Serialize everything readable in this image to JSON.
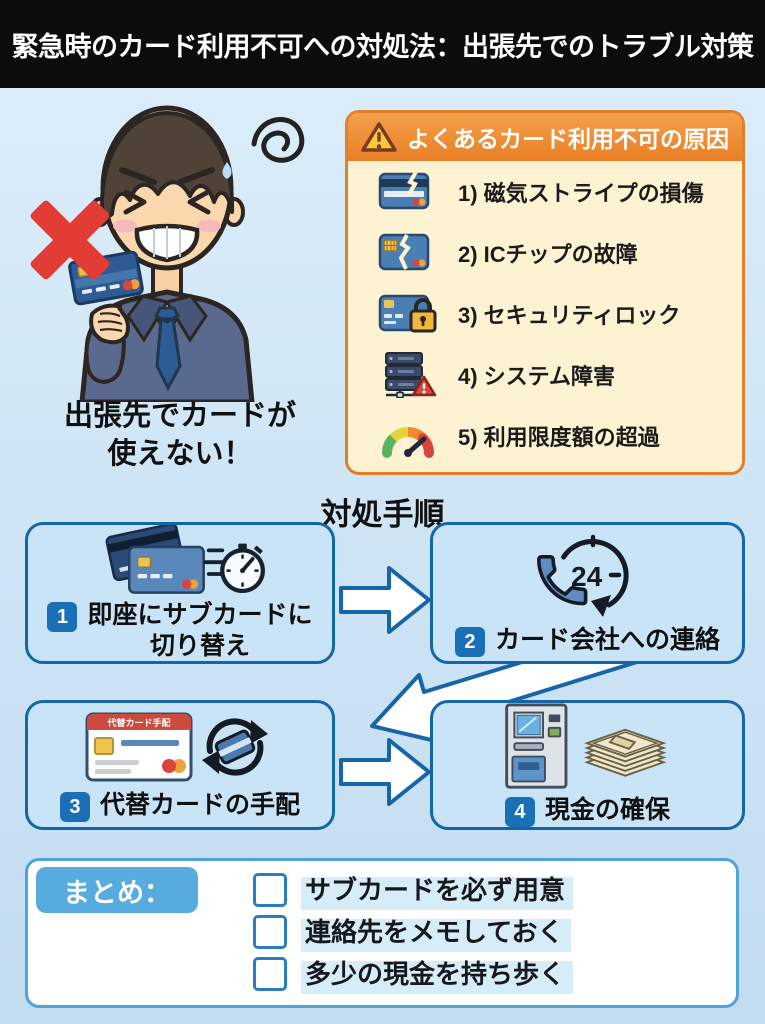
{
  "header": {
    "title": "緊急時のカード利用不可への対処法：出張先でのトラブル対策"
  },
  "problem": {
    "caption_line1": "出張先でカードが",
    "caption_line2": "使えない！"
  },
  "causes": {
    "title": "よくあるカード利用不可の原因",
    "items": [
      {
        "icon": "damaged-magnetic-stripe-card",
        "label": "1) 磁気ストライプの損傷"
      },
      {
        "icon": "broken-ic-chip-card",
        "label": "2) ICチップの故障"
      },
      {
        "icon": "security-locked-card",
        "label": "3) セキュリティロック"
      },
      {
        "icon": "server-outage",
        "label": "4) システム障害"
      },
      {
        "icon": "credit-limit-gauge",
        "label": "5) 利用限度額の超過"
      }
    ]
  },
  "steps": {
    "title": "対処手順",
    "phone_badge": "24",
    "replacement_card_text": "代替カード手配",
    "items": [
      {
        "number": "1",
        "label_line1": "即座にサブカードに",
        "label_line2": "切り替え"
      },
      {
        "number": "2",
        "label": "カード会社への連絡"
      },
      {
        "number": "3",
        "label": "代替カードの手配"
      },
      {
        "number": "4",
        "label": "現金の確保"
      }
    ]
  },
  "summary": {
    "title": "まとめ：",
    "items": [
      "サブカードを必ず用意",
      "連絡先をメモしておく",
      "多少の現金を持ち歩く"
    ]
  },
  "colors": {
    "page_background": "#cde4f5",
    "header_background": "#0c0c0c",
    "accent_blue": "#1466a9",
    "step_box_fill": "#c9e4f6",
    "step_number_chip": "#1a70b6",
    "warning_border": "#e2802a",
    "warning_header": "#e87f26",
    "warning_body": "#fdf3d2",
    "summary_tab": "#57abdf",
    "alert_red": "#e23c34"
  }
}
